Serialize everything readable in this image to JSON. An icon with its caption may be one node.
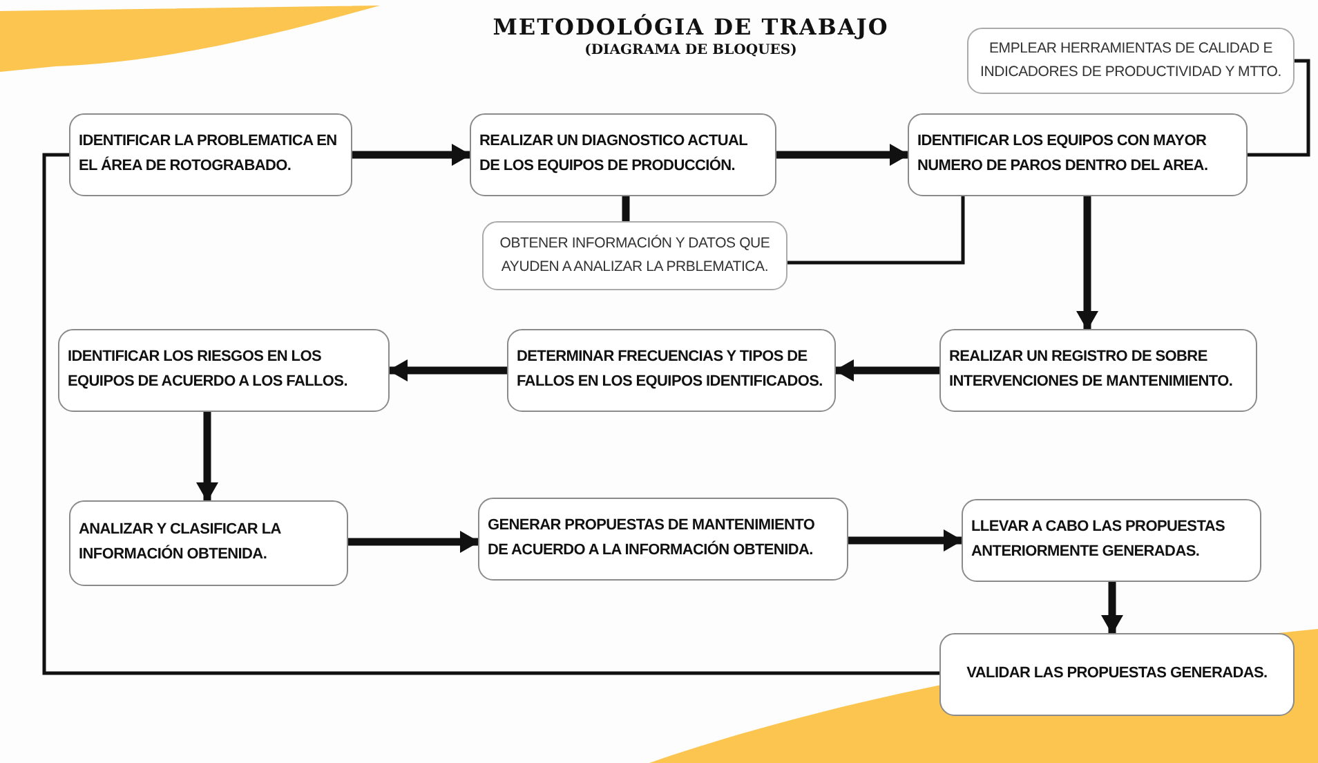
{
  "diagram": {
    "title": "METODOLÓGIA DE TRABAJO",
    "caption": "(DIAGRAMA DE BLOQUES)",
    "nodes": [
      {
        "text": [
          "IDENTIFICAR LA PROBLEMATICA EN EL ÁREA DE ROTOGRABADO."
        ]
      },
      {
        "text": [
          "REALIZAR UN DIAGNOSTICO ACTUAL DE LOS EQUIPOS DE PRODUCCIÓN."
        ]
      },
      {
        "text": [
          "EMPLEAR HERRAMIENTAS DE CALIDAD E INDICADORES DE PRODUCTIVIDAD Y MTTO."
        ]
      },
      {
        "text": [
          "IDENTIFICAR LOS EQUIPOS CON MAYOR NUMERO DE PAROS DENTRO DEL AREA."
        ]
      },
      {
        "text": [
          "OBTENER INFORMACIÓN Y DATOS QUE AYUDEN A ANALIZAR LA PRBLEMATICA."
        ]
      },
      {
        "text": [
          "REALIZAR UN REGISTRO DE SOBRE INTERVENCIONES DE MANTENIMIENTO."
        ]
      },
      {
        "text": [
          "DETERMINAR FRECUENCIAS Y TIPOS DE FALLOS EN LOS EQUIPOS IDENTIFICADOS."
        ]
      },
      {
        "text": [
          "IDENTIFICAR LOS RIESGOS EN LOS EQUIPOS DE ACUERDO A LOS FALLOS."
        ]
      },
      {
        "text": [
          "ANALIZAR Y CLASIFICAR LA INFORMACIÓN OBTENIDA."
        ]
      },
      {
        "text": [
          "GENERAR PROPUESTAS DE MANTENIMIENTO DE ACUERDO A LA INFORMACIÓN OBTENIDA."
        ]
      },
      {
        "text": [
          "LLEVAR A CABO LAS PROPUESTAS ANTERIORMENTE GENERADAS."
        ]
      },
      {
        "text": [
          "VALIDAR LAS PROPUESTAS GENERADAS."
        ]
      }
    ],
    "edges": [
      {
        "from": 0,
        "to": 1,
        "arrow": "to"
      },
      {
        "from": 1,
        "to": 3,
        "arrow": "to"
      },
      {
        "from": 1,
        "to": 4,
        "arrow": "none"
      },
      {
        "from": 4,
        "to": 3,
        "arrow": "none"
      },
      {
        "from": 3,
        "to": 2,
        "arrow": "none"
      },
      {
        "from": 3,
        "to": 5,
        "arrow": "to"
      },
      {
        "from": 5,
        "to": 6,
        "arrow": "to"
      },
      {
        "from": 6,
        "to": 7,
        "arrow": "to"
      },
      {
        "from": 7,
        "to": 8,
        "arrow": "to"
      },
      {
        "from": 8,
        "to": 9,
        "arrow": "to"
      },
      {
        "from": 9,
        "to": 10,
        "arrow": "to"
      },
      {
        "from": 10,
        "to": 11,
        "arrow": "to"
      },
      {
        "from": 11,
        "to": 0,
        "arrow": "none"
      }
    ]
  }
}
